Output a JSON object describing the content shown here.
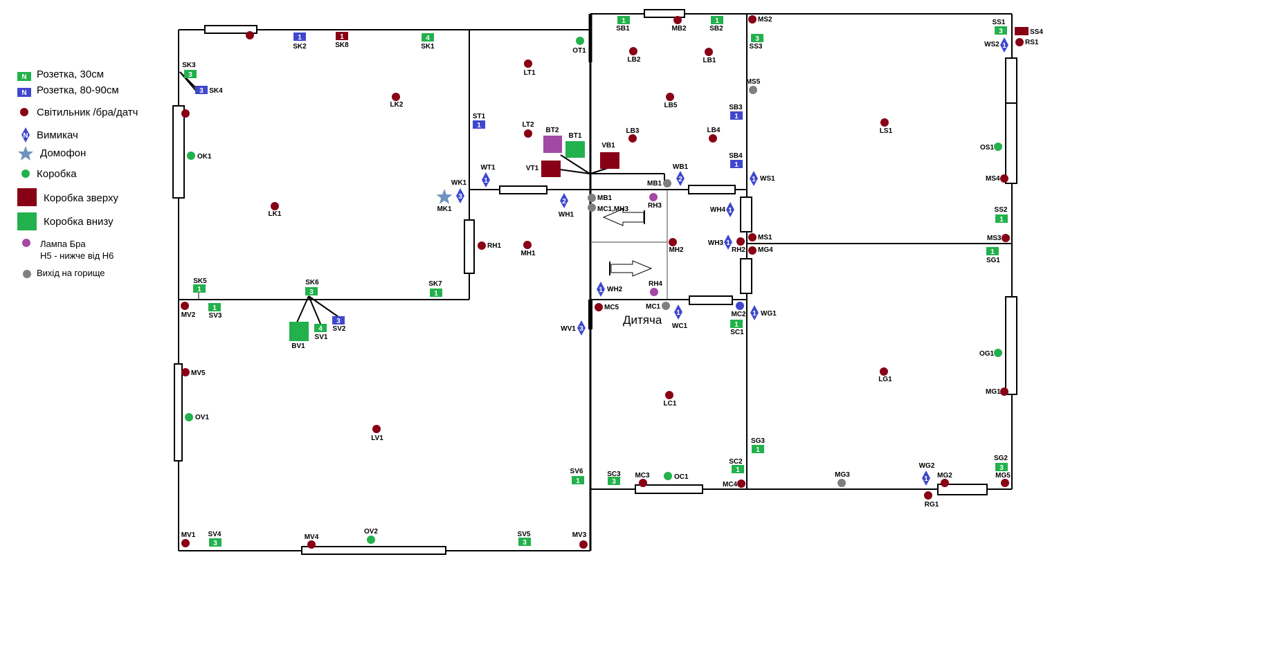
{
  "colors": {
    "wall": "#000000",
    "socket_30": "#22b14c",
    "socket_80": "#3f48cc",
    "light": "#880015",
    "switch": "#3f48cc",
    "intercom": "#7092be",
    "box": "#22b14c",
    "box_top": "#880015",
    "box_bottom": "#22b14c",
    "sconce": "#a349a4",
    "attic": "#7f7f7f"
  },
  "legend": {
    "socket_30": {
      "symbol": "N",
      "label": "Розетка, 30см"
    },
    "socket_80": {
      "symbol": "N",
      "label": "Розетка, 80-90см"
    },
    "light": "Світильник /бра/датч",
    "switch": {
      "symbol": "N",
      "label": "Вимикач"
    },
    "intercom": "Домофон",
    "box": "Коробка",
    "box_top": "Коробка зверху",
    "box_bottom": "Коробка внизу",
    "sconce_line1": "Лампа Бра",
    "sconce_line2": "H5 - нижче від H6",
    "attic": "Вихід на горище"
  },
  "room_titles": {
    "childroom": "Дитяча"
  },
  "devices": {
    "sockets": [
      {
        "id": "SK2",
        "n": "1",
        "kind": "80"
      },
      {
        "id": "SK8",
        "n": "1",
        "kind": "top"
      },
      {
        "id": "SK1",
        "n": "4",
        "kind": "30"
      },
      {
        "id": "SK3",
        "n": "3",
        "kind": "30"
      },
      {
        "id": "SK4",
        "n": "3",
        "kind": "80"
      },
      {
        "id": "SK5",
        "n": "1",
        "kind": "30"
      },
      {
        "id": "SK6",
        "n": "3",
        "kind": "30"
      },
      {
        "id": "SK7",
        "n": "1",
        "kind": "30"
      },
      {
        "id": "SV3",
        "n": "1",
        "kind": "30"
      },
      {
        "id": "SV1",
        "n": "4",
        "kind": "30"
      },
      {
        "id": "SV2",
        "n": "3",
        "kind": "80"
      },
      {
        "id": "ST1",
        "n": "1",
        "kind": "80"
      },
      {
        "id": "SB1",
        "n": "1",
        "kind": "30"
      },
      {
        "id": "SB2",
        "n": "1",
        "kind": "30"
      },
      {
        "id": "SS3",
        "n": "3",
        "kind": "30"
      },
      {
        "id": "SB3",
        "n": "1",
        "kind": "80"
      },
      {
        "id": "SB4",
        "n": "1",
        "kind": "80"
      },
      {
        "id": "SS1",
        "n": "3",
        "kind": "30"
      },
      {
        "id": "SS2",
        "n": "1",
        "kind": "30"
      },
      {
        "id": "SG1",
        "n": "1",
        "kind": "30"
      },
      {
        "id": "SC1",
        "n": "1",
        "kind": "30"
      },
      {
        "id": "SG3",
        "n": "1",
        "kind": "30"
      },
      {
        "id": "SC2",
        "n": "1",
        "kind": "30"
      },
      {
        "id": "SG2",
        "n": "3",
        "kind": "30"
      },
      {
        "id": "SV6",
        "n": "1",
        "kind": "30"
      },
      {
        "id": "SC3",
        "n": "3",
        "kind": "30"
      },
      {
        "id": "SV4",
        "n": "3",
        "kind": "30"
      },
      {
        "id": "SV5",
        "n": "3",
        "kind": "30"
      }
    ],
    "lights": [
      "LK2",
      "LK1",
      "LT1",
      "LT2",
      "MB2",
      "LB2",
      "LB1",
      "LB5",
      "LB3",
      "LB4",
      "MS2",
      "RS1",
      "LS1",
      "MS4",
      "MS3",
      "RH1",
      "MH1",
      "MH2",
      "MS1",
      "RH2",
      "MG4",
      "MC5",
      "MV2",
      "MV5",
      "LV1",
      "LG1",
      "MG1",
      "LC1",
      "MC3",
      "MC4",
      "MG2",
      "RG1",
      "MG5",
      "MV1",
      "MV4",
      "MV3",
      "SK_top"
    ],
    "switches": [
      {
        "id": "WK1",
        "n": "3"
      },
      {
        "id": "WT1",
        "n": "1"
      },
      {
        "id": "WH1",
        "n": "2"
      },
      {
        "id": "WB1",
        "n": "2"
      },
      {
        "id": "WS1",
        "n": "1"
      },
      {
        "id": "WS2",
        "n": "1"
      },
      {
        "id": "WH4",
        "n": "1"
      },
      {
        "id": "WH3",
        "n": "1"
      },
      {
        "id": "WH2",
        "n": "1"
      },
      {
        "id": "WC1",
        "n": "1"
      },
      {
        "id": "WG1",
        "n": "1"
      },
      {
        "id": "WV1",
        "n": "3"
      },
      {
        "id": "WG2",
        "n": "1"
      }
    ],
    "boxes": [
      "OT1",
      "OK1",
      "OS1",
      "OG1",
      "OV1",
      "OC1",
      "OV2"
    ],
    "boxes_top": [
      "SS4",
      "VB1",
      "VT1"
    ],
    "boxes_bottom": [
      "BT1",
      "BV1"
    ],
    "boxes_sconce": [
      "BT2"
    ],
    "sconces": [
      "RH3",
      "RH4"
    ],
    "attic": [
      "MB1",
      "MC1,MH3",
      "MS5",
      "MC1",
      "MG3"
    ],
    "intercom": [
      "MK1"
    ],
    "other_markers": [
      "MC2"
    ]
  }
}
